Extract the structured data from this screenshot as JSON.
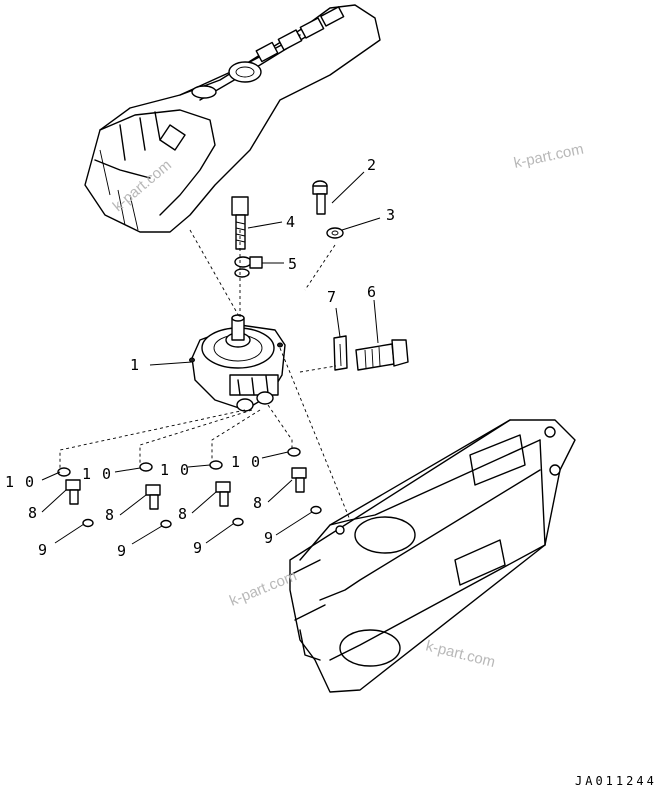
{
  "diagram": {
    "drawing_code": "JA011244",
    "watermark_texts": [
      "k-part.com",
      "k-part.com",
      "k-part.com",
      "k-part.com"
    ],
    "callouts": {
      "c1": "1",
      "c2": "2",
      "c3": "3",
      "c4": "4",
      "c5": "5",
      "c6": "6",
      "c7": "7",
      "c8a": "8",
      "c8b": "8",
      "c8c": "8",
      "c8d": "8",
      "c9a": "9",
      "c9b": "9",
      "c9c": "9",
      "c9d": "9",
      "c10a": "1 0",
      "c10b": "1 0",
      "c10c": "1 0",
      "c10d": "1 0"
    }
  }
}
